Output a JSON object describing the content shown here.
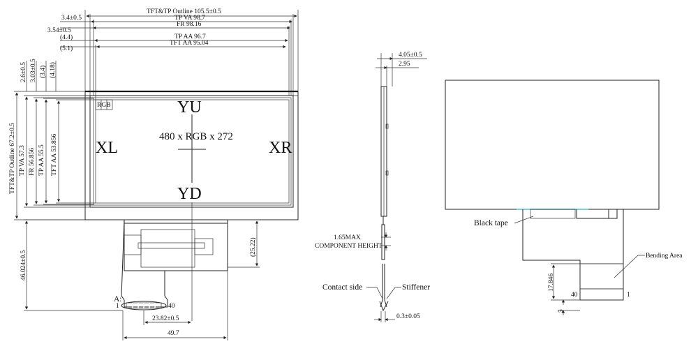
{
  "front_view": {
    "dims_top": [
      {
        "label": "3.4±0.5",
        "value": "TFT&TP Outline 105.5±0.5"
      },
      {
        "label": "3.54±0.5",
        "value": "TP VA 98.7"
      },
      {
        "label": "(4.4)",
        "value": "FR 98.16"
      },
      {
        "label": "(5.1)",
        "value": "TP AA 96.7"
      },
      {
        "label": "",
        "value": "TFT AA 95.04"
      }
    ],
    "dims_left_small": [
      "2.6±0.5",
      "3.03±0.5",
      "(3.4)",
      "(4.18)"
    ],
    "dims_left": [
      "TFT&TP Outline 67.2±0.5",
      "TP VA 57.3",
      "FR 56.856",
      "TP AA 55.5",
      "TFT AA 53.856"
    ],
    "panel_labels": {
      "rgb": "RGB",
      "yu": "YU",
      "yd": "YD",
      "xl": "XL",
      "xr": "XR",
      "resolution": "480 x RGB x 272"
    },
    "fpc_dims": {
      "height": "46.024±0.5",
      "cable": "(25.22)",
      "pitch": "23.82±0.5",
      "width": "49.7"
    },
    "pin_labels": {
      "detail": "A:",
      "pin_first": "1",
      "pin_last": "40"
    }
  },
  "side_view": {
    "top_dims": [
      "4.05±0.5",
      "2.95"
    ],
    "component_height": [
      "1.65MAX",
      "COMPONENT HEIGHT"
    ],
    "contact_side": "Contact side",
    "stiffener": "Stiffener",
    "thickness": "0.3±0.05"
  },
  "back_view": {
    "black_tape": "Black tape",
    "bending_area": "Bending Area",
    "dim_vertical": "17.846",
    "dim_small": "5",
    "pin_last": "40",
    "pin_first": "1"
  }
}
